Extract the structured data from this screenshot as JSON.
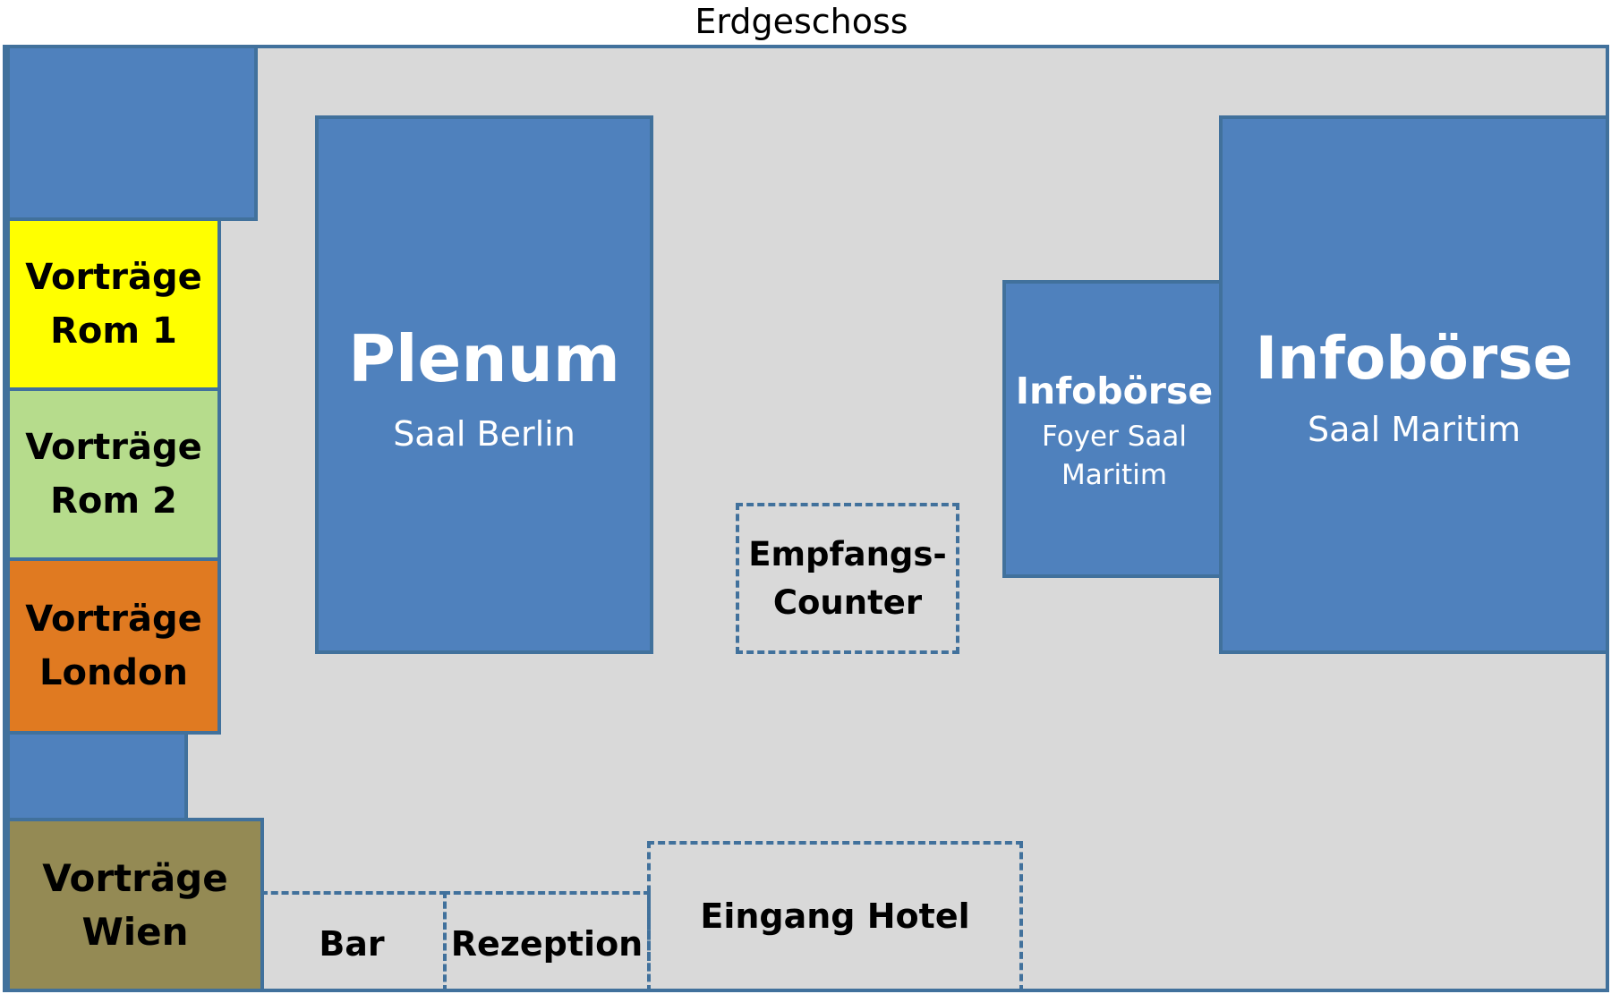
{
  "title": "Erdgeschoss",
  "rooms": {
    "rom1": {
      "line1": "Vorträge",
      "line2": "Rom 1",
      "color": "#ffff00"
    },
    "rom2": {
      "line1": "Vorträge",
      "line2": "Rom 2",
      "color": "#b6dc8c"
    },
    "london": {
      "line1": "Vorträge",
      "line2": "London",
      "color": "#e07a21"
    },
    "wien": {
      "line1": "Vorträge",
      "line2": "Wien",
      "color": "#948a54"
    },
    "plenum": {
      "name": "Plenum",
      "sub": "Saal Berlin"
    },
    "infoboerse_foyer": {
      "name": "Infobörse",
      "sub1": "Foyer Saal",
      "sub2": "Maritim"
    },
    "infoboerse_maritim": {
      "name": "Infobörse",
      "sub": "Saal Maritim"
    }
  },
  "areas": {
    "empfang": {
      "line1": "Empfangs-",
      "line2": "Counter"
    },
    "bar": "Bar",
    "rezeption": "Rezeption",
    "eingang": "Eingang Hotel"
  },
  "colors": {
    "room_blue": "#4f81bd",
    "outline": "#41719c",
    "floor": "#d9d9d9"
  }
}
